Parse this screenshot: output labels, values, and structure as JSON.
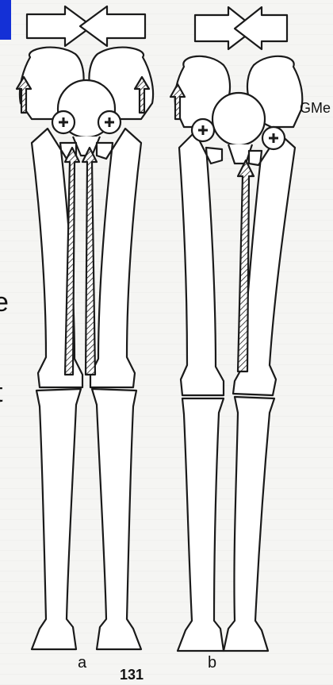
{
  "figure": {
    "muscle_label": "GMe",
    "subfigure_labels": [
      "a",
      "b"
    ],
    "page_number": "131",
    "slide_fragments": [
      "e",
      "t"
    ]
  },
  "colors": {
    "accent_bar": "#1430d6",
    "line": "#1a1a1a",
    "paper": "#f5f5f3"
  },
  "icons": [
    "force-arrow-icon",
    "plus-icon",
    "hatched-arrow-icon"
  ]
}
